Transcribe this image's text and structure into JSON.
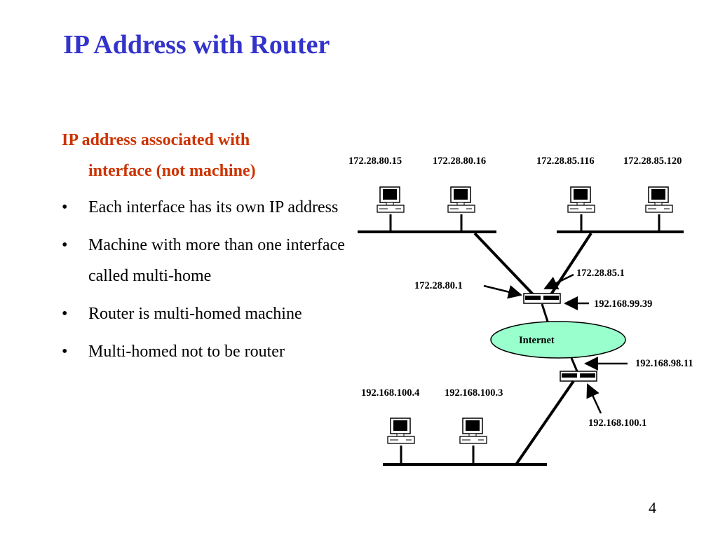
{
  "title": "IP Address with Router",
  "lead": {
    "line1": "IP address associated with",
    "line2": "interface (not machine)"
  },
  "bullets": [
    "Each interface  has its own IP address",
    "Machine with more than one interface called multi-home",
    "Router is multi-homed machine",
    "Multi-homed not to be router"
  ],
  "bullet_symbol": "•",
  "page_number": "4",
  "diagram": {
    "hosts_top": [
      "172.28.80.15",
      "172.28.80.16",
      "172.28.85.116",
      "172.28.85.120"
    ],
    "router1_left": "172.28.80.1",
    "router1_right_top": "172.28.85.1",
    "router1_right_bottom": "192.168.99.39",
    "internet": "Internet",
    "router2_top": "192.168.98.11",
    "router2_bottom": "192.168.100.1",
    "hosts_bottom": [
      "192.168.100.4",
      "192.168.100.3"
    ],
    "colors": {
      "title": "#3333cc",
      "lead": "#cc3300",
      "internet_fill": "#99ffcc",
      "line": "#000000"
    }
  }
}
